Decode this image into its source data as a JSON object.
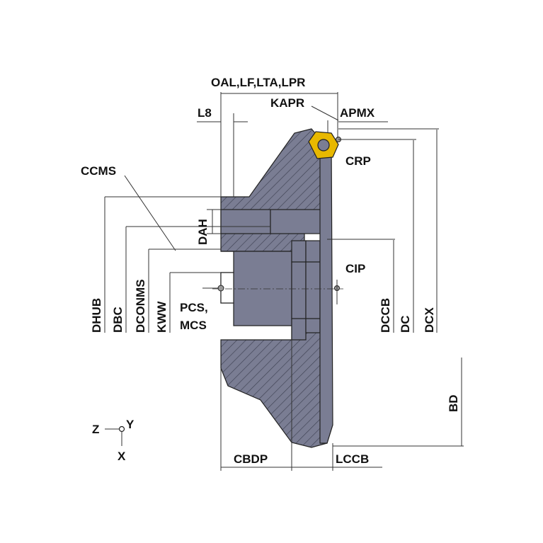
{
  "labels": {
    "oal": "OAL,LF,LTA,LPR",
    "kapr": "KAPR",
    "apmx": "APMX",
    "l8": "L8",
    "crp": "CRP",
    "ccms": "CCMS",
    "dah": "DAH",
    "cip": "CIP",
    "pcs": "PCS,",
    "mcs": "MCS",
    "dhub": "DHUB",
    "dbc": "DBC",
    "dconms": "DCONMS",
    "kww": "KWW",
    "dccb": "DCCB",
    "dc": "DC",
    "dcx": "DCX",
    "bd": "BD",
    "cbdp": "CBDP",
    "lccb": "LCCB",
    "axis_z": "Z",
    "axis_y": "Y",
    "axis_x": "X"
  },
  "colors": {
    "body": "#7a7d93",
    "hatch": "#3e4152",
    "insert": "#e8b800",
    "line": "#333333"
  }
}
